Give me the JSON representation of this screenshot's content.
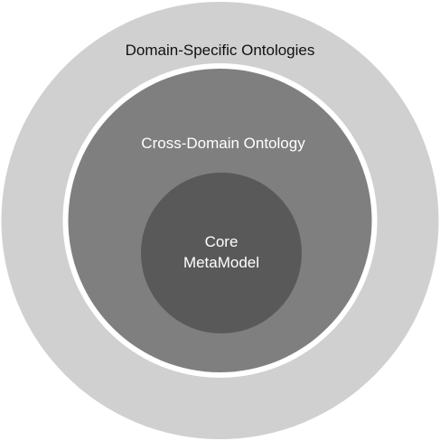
{
  "diagram": {
    "rings": [
      {
        "id": "outer",
        "label": "Domain-Specific Ontologies",
        "fill": "#d1d0d1",
        "text_color": "#111111"
      },
      {
        "id": "middle",
        "label": "Cross-Domain Ontology",
        "fill": "#7f7f7f",
        "text_color": "#ffffff"
      },
      {
        "id": "core",
        "label_lines": [
          "Core",
          "MetaModel"
        ],
        "fill": "#595959",
        "text_color": "#ffffff"
      }
    ],
    "separator_color": "#ffffff"
  }
}
